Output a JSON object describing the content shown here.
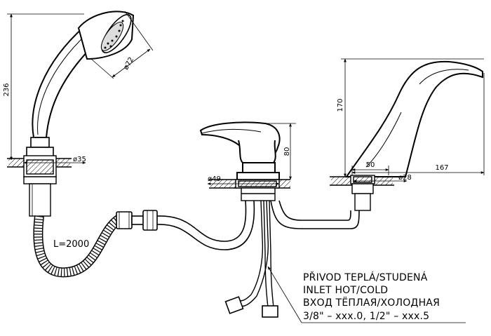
{
  "drawing": {
    "dimensions": {
      "hand_shower_height": "236",
      "head_diameter": "ø72",
      "shower_base_diameter": "ø35",
      "mixer_height": "80",
      "mixer_base_diameter": "ø49",
      "spout_height": "170",
      "spout_base_offset": "50",
      "spout_reach": "167",
      "spout_base_diameter": "ø28"
    },
    "hose_length": "L=2000",
    "note_lines": [
      "PŘIVOD TEPLÁ/STUDENÁ",
      "INLET HOT/COLD",
      "ВХОД ТЁПЛАЯ/ХОЛОДНАЯ",
      "3/8\" – xxx.0, 1/2\" – xxx.5"
    ]
  }
}
